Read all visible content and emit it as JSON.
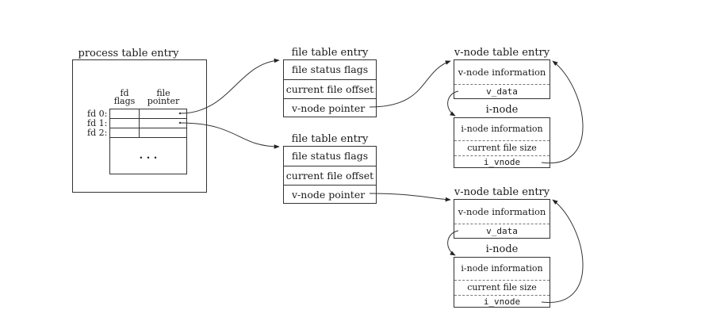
{
  "process": {
    "title": "process table entry",
    "col_fd_flags": "fd\nflags",
    "col_file_pointer": "file\npointer",
    "rows": [
      "fd 0:",
      "fd 1:",
      "fd 2:"
    ],
    "ellipsis": ". . ."
  },
  "file_tables": [
    {
      "title": "file table entry",
      "fields": [
        "file status flags",
        "current file offset",
        "v-node pointer"
      ]
    },
    {
      "title": "file table entry",
      "fields": [
        "file status flags",
        "current file offset",
        "v-node pointer"
      ]
    }
  ],
  "vnodes": [
    {
      "title": "v-node table entry",
      "info": "v-node information",
      "data": "v_data",
      "inode_title": "i-node",
      "inode_info": "i-node information",
      "inode_size": "current file size",
      "inode_vnode": "i_vnode"
    },
    {
      "title": "v-node table entry",
      "info": "v-node information",
      "data": "v_data",
      "inode_title": "i-node",
      "inode_info": "i-node information",
      "inode_size": "current file size",
      "inode_vnode": "i_vnode"
    }
  ]
}
